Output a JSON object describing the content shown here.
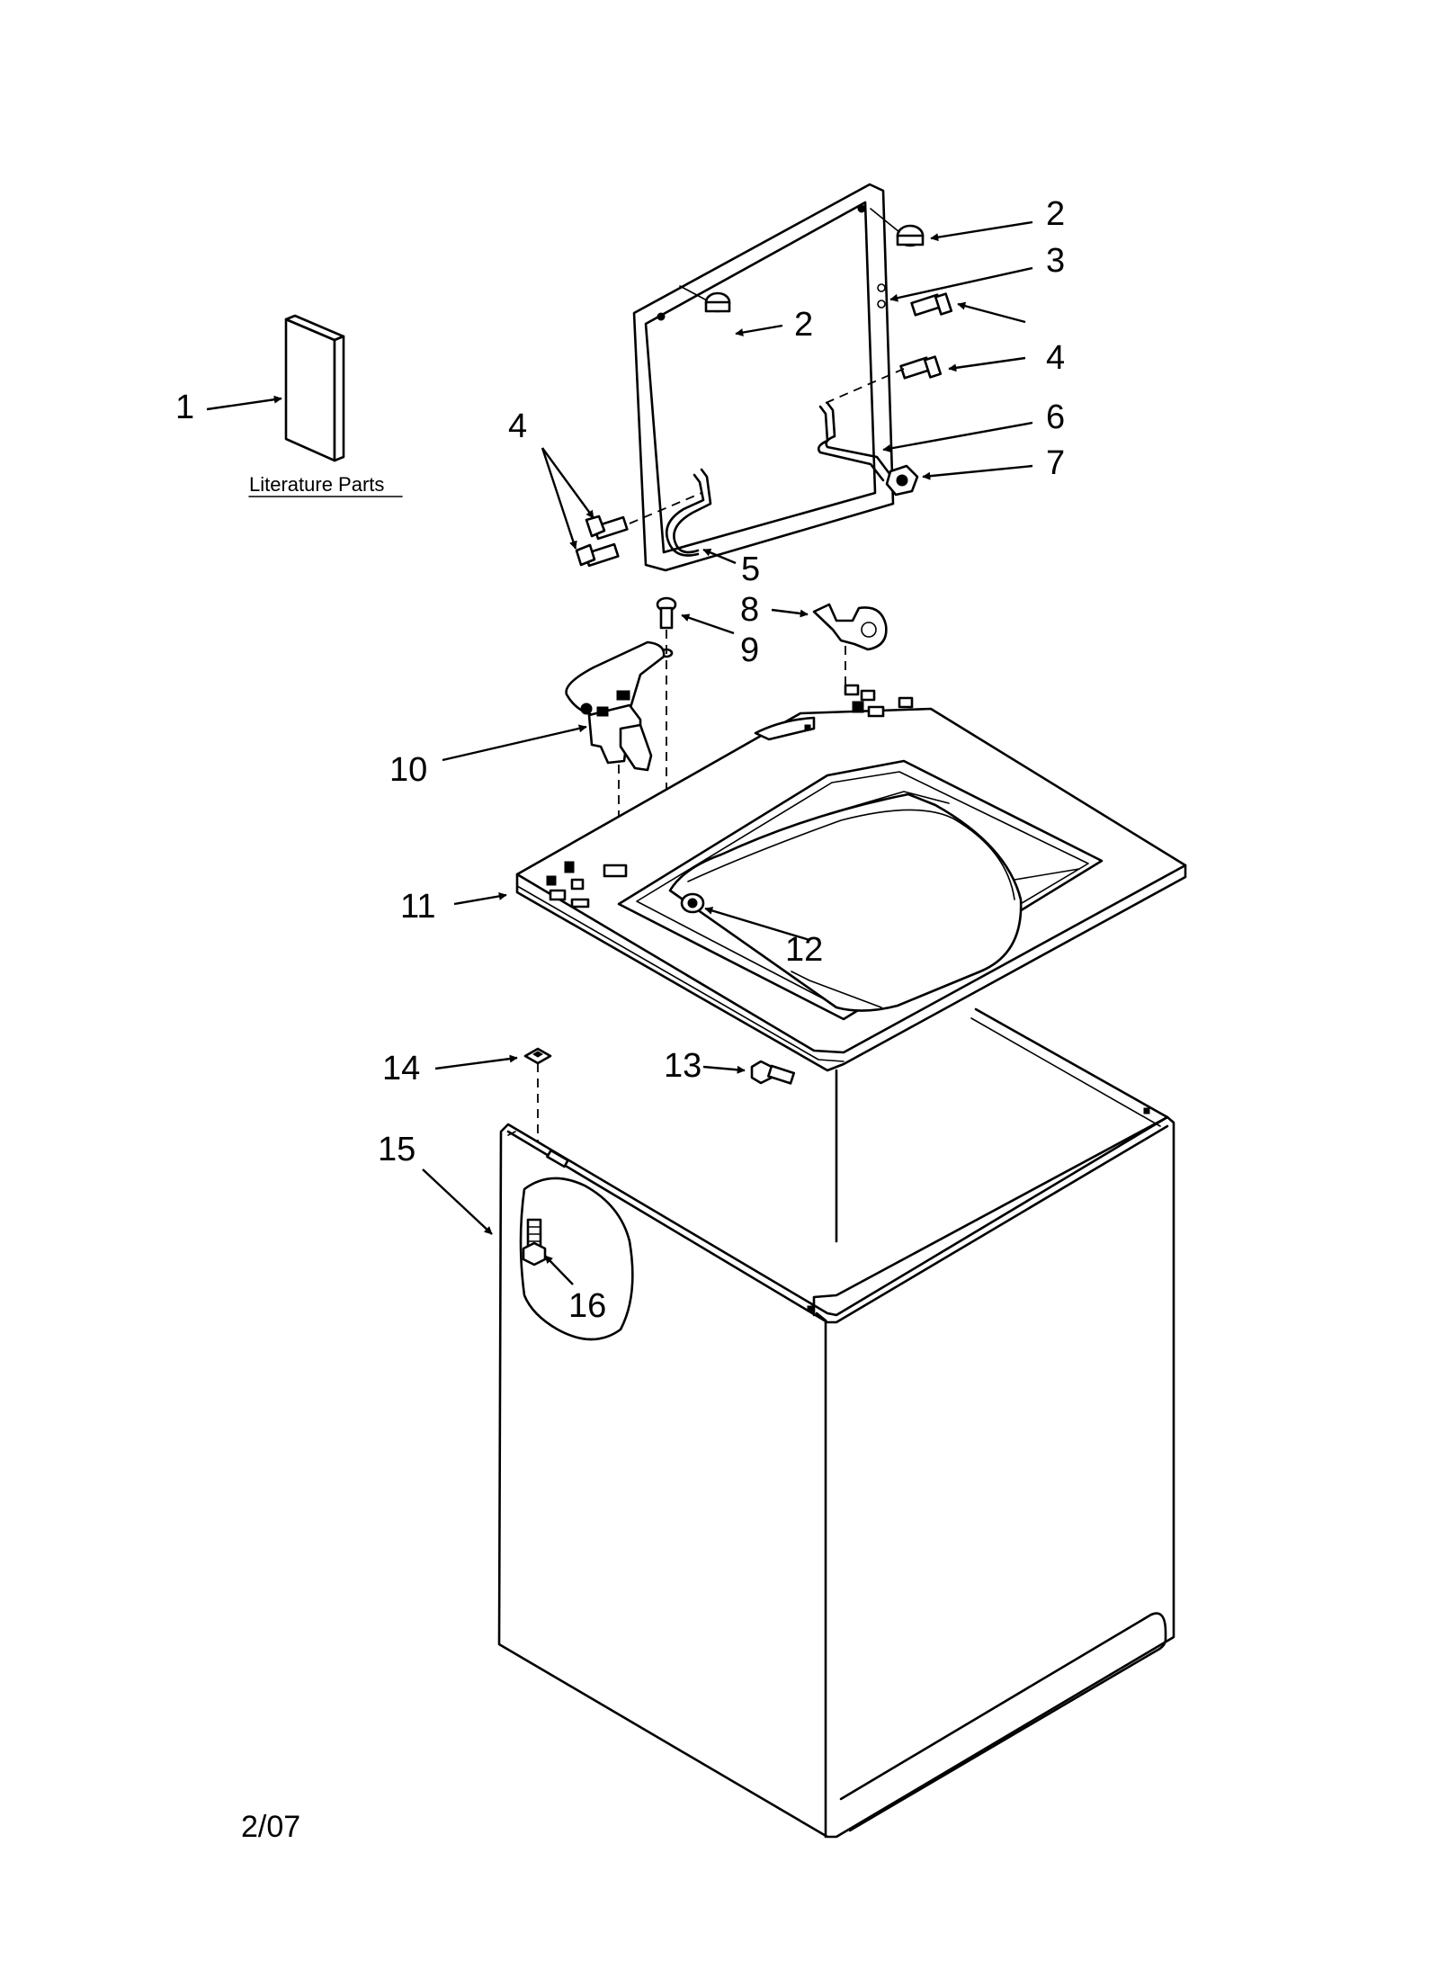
{
  "callouts": {
    "c1": "1",
    "c2a": "2",
    "c2b": "2",
    "c3": "3",
    "c4a": "4",
    "c4b": "4",
    "c5": "5",
    "c6": "6",
    "c7": "7",
    "c8": "8",
    "c9": "9",
    "c10": "10",
    "c11": "11",
    "c12": "12",
    "c13": "13",
    "c14": "14",
    "c15": "15",
    "c16": "16"
  },
  "literature_label": "Literature Parts",
  "date_code": "2/07"
}
